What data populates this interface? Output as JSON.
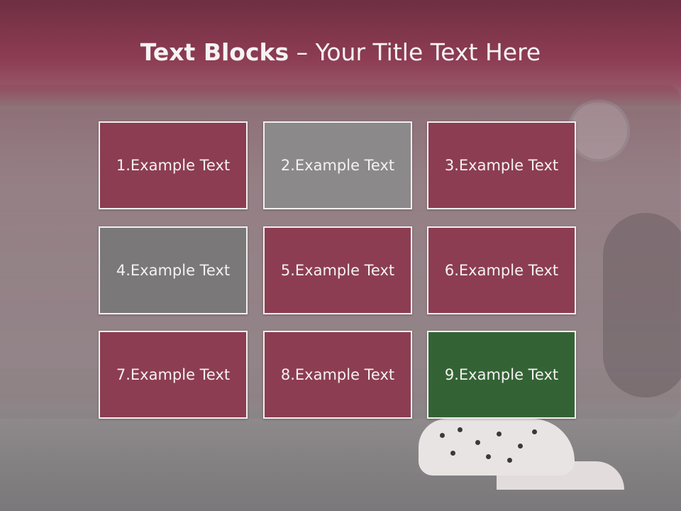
{
  "slide": {
    "title_bold": "Text Blocks",
    "title_rest": " – Your Title Text Here"
  },
  "blocks": [
    {
      "label": "1.Example Text",
      "color": "#8c3d52"
    },
    {
      "label": "2.Example Text",
      "color": "#8b8989"
    },
    {
      "label": "3.Example Text",
      "color": "#8c3d52"
    },
    {
      "label": "4.Example Text",
      "color": "#7a7879"
    },
    {
      "label": "5.Example Text",
      "color": "#8c3d52"
    },
    {
      "label": "6.Example Text",
      "color": "#8c3d52"
    },
    {
      "label": "7.Example Text",
      "color": "#8c3d52"
    },
    {
      "label": "8.Example Text",
      "color": "#8c3d52"
    },
    {
      "label": "9.Example Text",
      "color": "#336334"
    }
  ]
}
